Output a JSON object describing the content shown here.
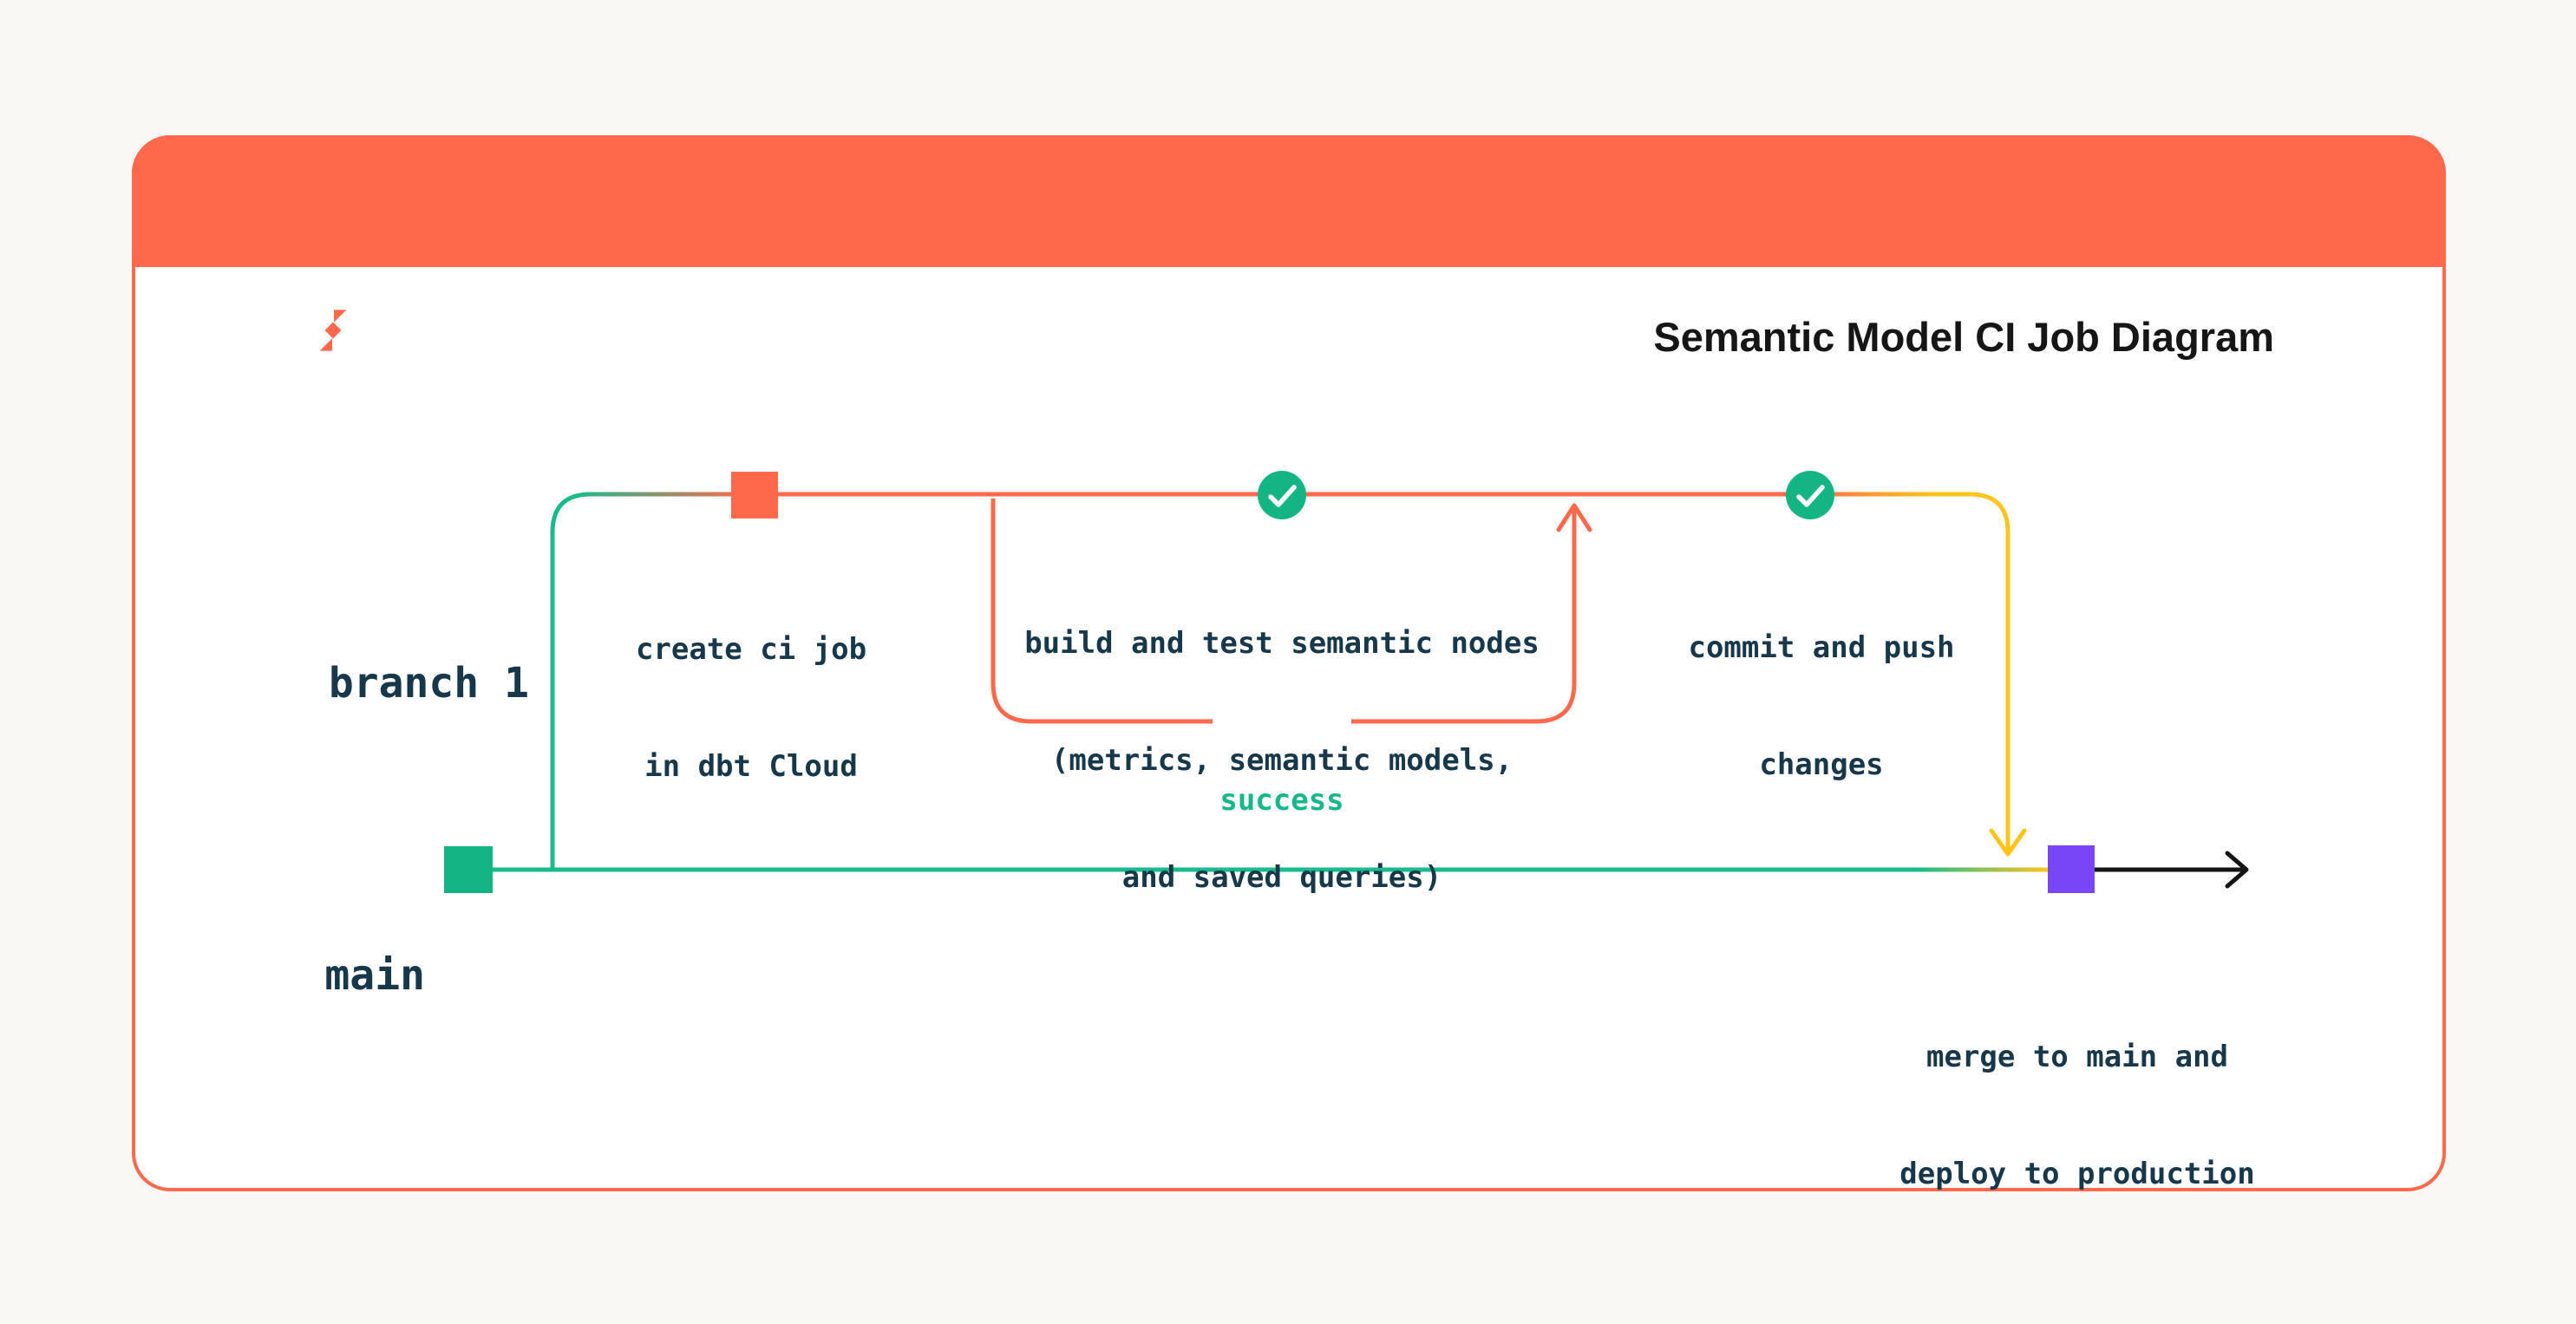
{
  "header": {
    "title": "Semantic Model CI Job Diagram",
    "logo_icon": "dbt-logo"
  },
  "diagram": {
    "branch_label": "branch 1",
    "main_label": "main",
    "success_label": "success",
    "nodes": {
      "create_ci": {
        "marker": "commit-square-orange",
        "line1": "create ci job",
        "line2": "in dbt Cloud"
      },
      "build_test": {
        "marker": "check-circle-green",
        "line1": "build and test semantic nodes",
        "line2": "(metrics, semantic models,",
        "line3": "and saved queries)"
      },
      "commit_push": {
        "marker": "check-circle-green",
        "line1": "commit and push",
        "line2": "changes"
      },
      "merge_deploy": {
        "marker": "commit-square-purple",
        "line1": "merge to main and",
        "line2": "deploy to production"
      }
    }
  },
  "colors": {
    "brand_orange": "#FF694B",
    "line_green": "#18BC8C",
    "fill_green": "#14B584",
    "yellow": "#FFC51D",
    "purple": "#7846F7",
    "ink_text": "#16384A",
    "title_text": "#161616",
    "arrow_black": "#141414",
    "card_bg": "#FFFFFF",
    "page_bg": "#F9F8F5"
  }
}
